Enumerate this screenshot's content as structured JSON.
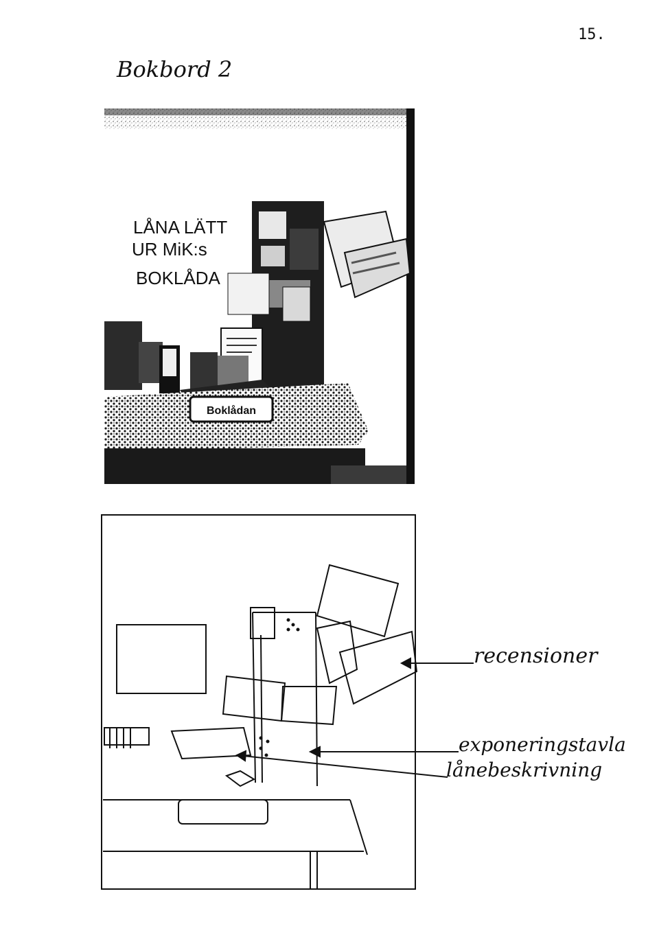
{
  "page": {
    "number": "15.",
    "title": "Bokbord 2"
  },
  "photo": {
    "sign_lines": [
      "LÅNA LÄTT",
      "UR MiK:s",
      "BOKLÅDA"
    ],
    "banner": "Boklådan"
  },
  "annotations": {
    "recensioner": "recensioner",
    "exponeringstavla": "exponeringstavla",
    "lanebeskrivning": "lånebeskrivning"
  }
}
